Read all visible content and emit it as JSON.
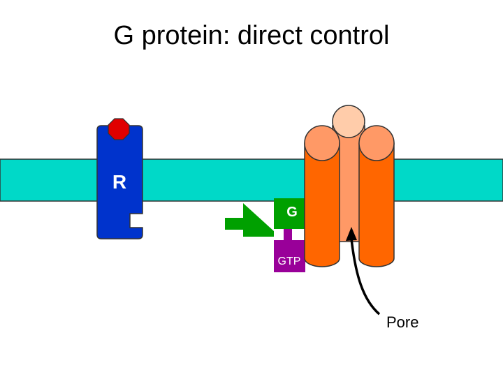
{
  "title": "G protein: direct control",
  "labels": {
    "receptor": "R",
    "g_protein": "G",
    "gtp": "GTP",
    "pore": "Pore"
  },
  "colors": {
    "membrane": "#00d9c8",
    "receptor": "#0033cc",
    "ligand": "#e00000",
    "g_protein": "#00a000",
    "gtp": "#990099",
    "channel_outer": "#ff6600",
    "channel_inner": "#ff9966",
    "channel_top": "#ffccaa",
    "outline": "#333333"
  },
  "icons": {
    "ligand": "octagon",
    "pore_arrow": "curved-arrow"
  }
}
